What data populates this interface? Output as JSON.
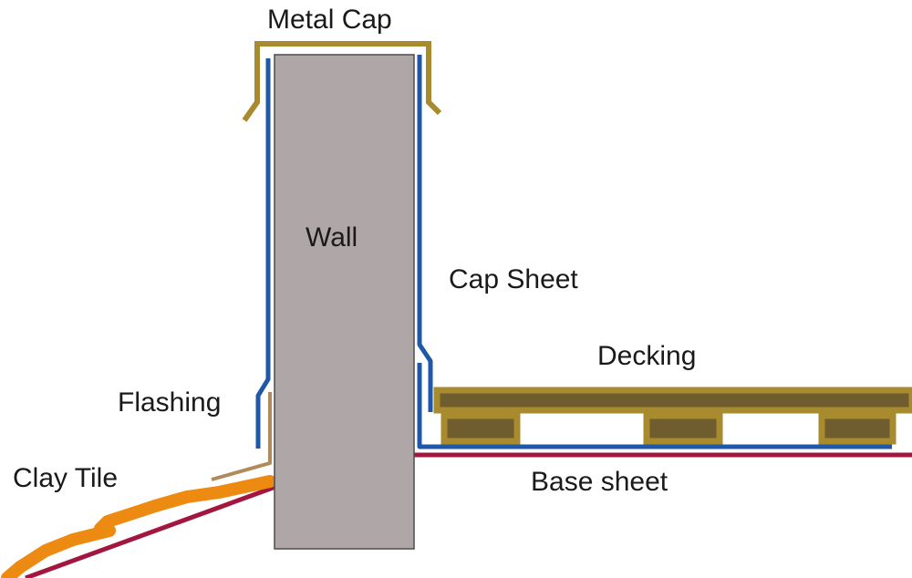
{
  "labels": {
    "metal_cap": "Metal Cap",
    "wall": "Wall",
    "cap_sheet": "Cap Sheet",
    "decking": "Decking",
    "flashing": "Flashing",
    "clay_tile": "Clay Tile",
    "base_sheet": "Base sheet"
  },
  "colors": {
    "background": "#ffffff",
    "wall": "#afa7a7",
    "wall_outline": "#4f4b4b",
    "metal_cap": "#a88a2f",
    "cap_sheet": "#1f58a8",
    "decking": "#a88a2f",
    "decking_dark": "#6f5d2f",
    "base_sheet": "#a3163f",
    "flashing": "#b08a5a",
    "clay_tile": "#ec8a12",
    "text": "#1a1a1a"
  }
}
